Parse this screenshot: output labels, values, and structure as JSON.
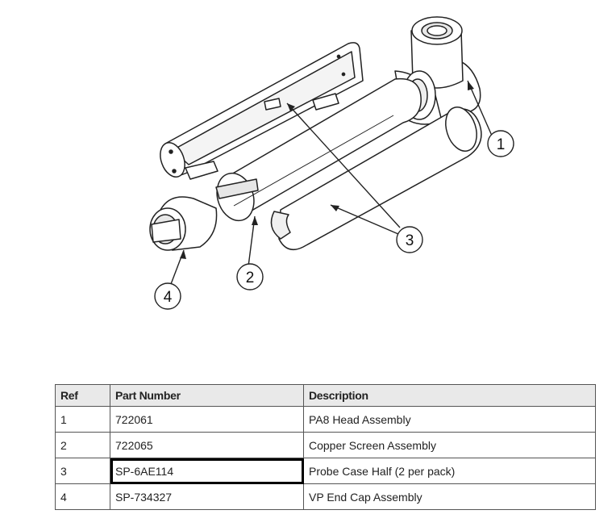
{
  "diagram": {
    "callouts": [
      {
        "label": "1"
      },
      {
        "label": "2"
      },
      {
        "label": "3"
      },
      {
        "label": "4"
      }
    ]
  },
  "table": {
    "headers": [
      "Ref",
      "Part Number",
      "Description"
    ],
    "rows": [
      {
        "ref": "1",
        "part_number": "722061",
        "description": "PA8 Head Assembly"
      },
      {
        "ref": "2",
        "part_number": "722065",
        "description": "Copper Screen Assembly"
      },
      {
        "ref": "3",
        "part_number": "SP-6AE114",
        "description": "Probe Case Half (2 per pack)",
        "highlighted": true
      },
      {
        "ref": "4",
        "part_number": "SP-734327",
        "description": "VP End Cap Assembly"
      }
    ]
  },
  "colors": {
    "header_background": "#e9e9e9",
    "line": "#222222",
    "highlight_border": "#000000"
  }
}
